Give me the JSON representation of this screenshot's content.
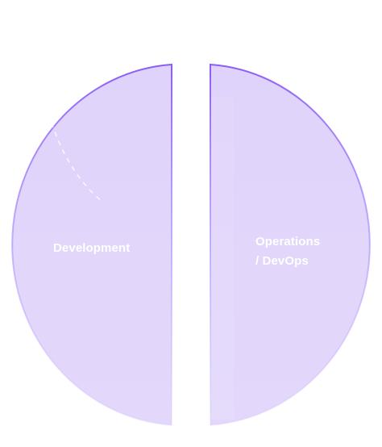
{
  "diagram": {
    "segments": [
      {
        "id": "development",
        "label": "Development",
        "fill": "#e1d5fb",
        "stroke": "#8b5cf6"
      },
      {
        "id": "operations",
        "label_lines": [
          "Operations",
          "/ DevOps"
        ],
        "fill": "#e1d5fb",
        "stroke": "#8b5cf6"
      }
    ],
    "colors": {
      "label_text": "#ffffff",
      "highlight": "#ffffff",
      "gap": "#ffffff"
    }
  }
}
